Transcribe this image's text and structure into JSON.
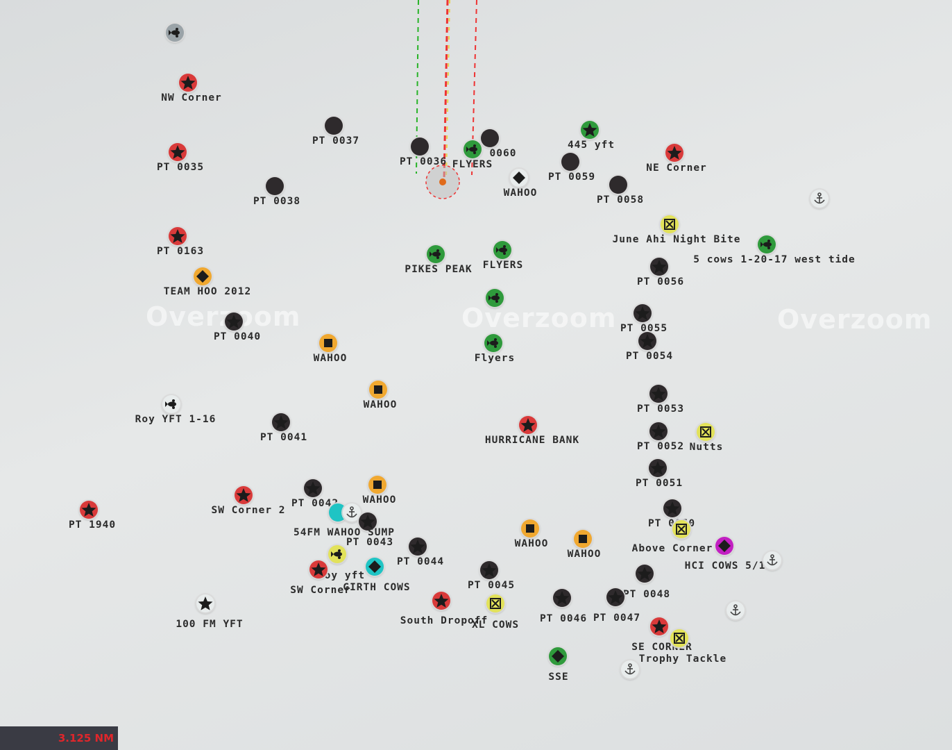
{
  "watermark": "Overzoom",
  "scale_readout": "3.125 NM",
  "marker_colors": {
    "black": "#2e2a2c",
    "red": "#d93a3a",
    "green": "#2f9a3c",
    "orange": "#f0a830",
    "yellow": "#e2e25a",
    "cyan": "#1fc4c4",
    "gray": "#9aa3a8",
    "magenta": "#c21fc2",
    "white": "#e8ecec"
  },
  "waypoints": [
    {
      "label": "",
      "icon": "fish-icon",
      "color": "gray"
    },
    {
      "label": "NW Corner",
      "icon": "star-icon",
      "color": "red"
    },
    {
      "label": "PT 0037",
      "icon": "dot-icon",
      "color": "black"
    },
    {
      "label": "PT 0036",
      "icon": "dot-icon",
      "color": "black"
    },
    {
      "label": "FLYERS",
      "icon": "fish-icon",
      "color": "green"
    },
    {
      "label": "0060",
      "icon": "dot-icon",
      "color": "black"
    },
    {
      "label": "445 yft",
      "icon": "star-icon",
      "color": "green"
    },
    {
      "label": "PT 0035",
      "icon": "star-icon",
      "color": "red"
    },
    {
      "label": "WAHOO",
      "icon": "diamond-icon",
      "color": "white"
    },
    {
      "label": "PT 0059",
      "icon": "dot-icon",
      "color": "black"
    },
    {
      "label": "NE Corner",
      "icon": "star-icon",
      "color": "red"
    },
    {
      "label": "PT 0038",
      "icon": "dot-icon",
      "color": "black"
    },
    {
      "label": "PT 0058",
      "icon": "dot-icon",
      "color": "black"
    },
    {
      "label": "",
      "icon": "anchor-icon",
      "color": "white"
    },
    {
      "label": "June Ahi Night Bite",
      "icon": "box-x-icon",
      "color": "yellow"
    },
    {
      "label": "5 cows 1-20-17 west tide",
      "icon": "fish-icon",
      "color": "green"
    },
    {
      "label": "PT 0163",
      "icon": "star-icon",
      "color": "red"
    },
    {
      "label": "PIKES PEAK",
      "icon": "fish-icon",
      "color": "green"
    },
    {
      "label": "FLYERS",
      "icon": "fish-icon",
      "color": "green"
    },
    {
      "label": "PT 0056",
      "icon": "star-icon",
      "color": "black"
    },
    {
      "label": "TEAM HOO 2012",
      "icon": "diamond-icon",
      "color": "orange"
    },
    {
      "label": "",
      "icon": "fish-icon",
      "color": "green"
    },
    {
      "label": "PT 0040",
      "icon": "star-icon",
      "color": "black"
    },
    {
      "label": "PT 0055",
      "icon": "star-icon",
      "color": "black"
    },
    {
      "label": "WAHOO",
      "icon": "square-icon",
      "color": "orange"
    },
    {
      "label": "Flyers",
      "icon": "fish-icon",
      "color": "green"
    },
    {
      "label": "PT 0054",
      "icon": "star-icon",
      "color": "black"
    },
    {
      "label": "WAHOO",
      "icon": "square-icon",
      "color": "orange"
    },
    {
      "label": "PT 0053",
      "icon": "star-icon",
      "color": "black"
    },
    {
      "label": "Roy YFT 1-16",
      "icon": "fish-icon",
      "color": "white"
    },
    {
      "label": "PT 0041",
      "icon": "star-icon",
      "color": "black"
    },
    {
      "label": "HURRICANE BANK",
      "icon": "star-icon",
      "color": "red"
    },
    {
      "label": "PT 0052",
      "icon": "star-icon",
      "color": "black"
    },
    {
      "label": "Nutts",
      "icon": "box-x-icon",
      "color": "yellow"
    },
    {
      "label": "PT 0051",
      "icon": "star-icon",
      "color": "black"
    },
    {
      "label": "PT 0042",
      "icon": "star-icon",
      "color": "black"
    },
    {
      "label": "WAHOO",
      "icon": "square-icon",
      "color": "orange"
    },
    {
      "label": "SW Corner 2",
      "icon": "star-icon",
      "color": "red"
    },
    {
      "label": "PT 1940",
      "icon": "star-icon",
      "color": "red"
    },
    {
      "label": "",
      "icon": "dot-icon",
      "color": "cyan"
    },
    {
      "label": "",
      "icon": "anchor-icon",
      "color": "white"
    },
    {
      "label": "54FM WAHOO SUMP",
      "icon": "star-icon",
      "color": "black"
    },
    {
      "label": "PT 0043",
      "icon": "",
      "color": ""
    },
    {
      "label": "PT 0050",
      "icon": "star-icon",
      "color": "black"
    },
    {
      "label": "Above Corner",
      "icon": "box-x-icon",
      "color": "yellow"
    },
    {
      "label": "WAHOO",
      "icon": "square-icon",
      "color": "orange"
    },
    {
      "label": "WAHOO",
      "icon": "square-icon",
      "color": "orange"
    },
    {
      "label": "HCI COWS 5/1",
      "icon": "diamond-icon",
      "color": "magenta"
    },
    {
      "label": "",
      "icon": "anchor-icon",
      "color": "white"
    },
    {
      "label": "PT 0044",
      "icon": "star-icon",
      "color": "black"
    },
    {
      "label": "roy yft",
      "icon": "fish-icon",
      "color": "yellow"
    },
    {
      "label": "GIRTH COWS",
      "icon": "diamond-icon",
      "color": "cyan"
    },
    {
      "label": "SW Corner",
      "icon": "star-icon",
      "color": "red"
    },
    {
      "label": "PT 0045",
      "icon": "star-icon",
      "color": "black"
    },
    {
      "label": "PT 0048",
      "icon": "star-icon",
      "color": "black"
    },
    {
      "label": "100 FM YFT",
      "icon": "star-icon",
      "color": "white"
    },
    {
      "label": "South Dropoff",
      "icon": "star-icon",
      "color": "red"
    },
    {
      "label": "XL COWS",
      "icon": "box-x-icon",
      "color": "yellow"
    },
    {
      "label": "PT 0046",
      "icon": "star-icon",
      "color": "black"
    },
    {
      "label": "PT 0047",
      "icon": "star-icon",
      "color": "black"
    },
    {
      "label": "",
      "icon": "anchor-icon",
      "color": "white"
    },
    {
      "label": "SE CORNER",
      "icon": "star-icon",
      "color": "red"
    },
    {
      "label": "Trophy Tackle",
      "icon": "box-x-icon",
      "color": "yellow"
    },
    {
      "label": "SSE",
      "icon": "diamond-icon",
      "color": "green"
    },
    {
      "label": "",
      "icon": "anchor-icon",
      "color": "white"
    }
  ]
}
